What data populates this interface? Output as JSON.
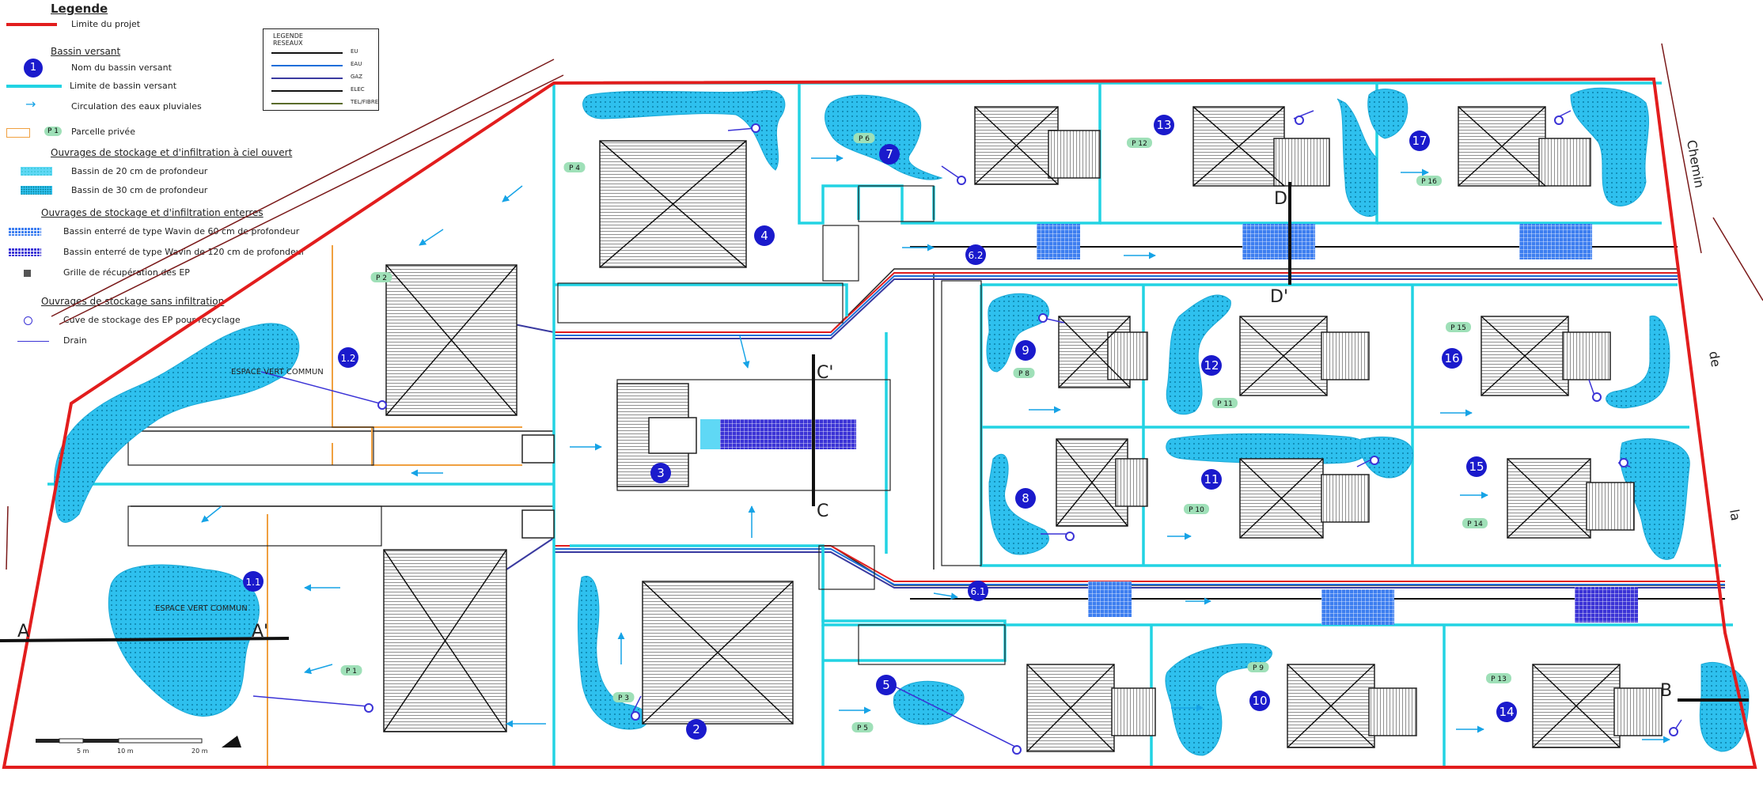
{
  "legend": {
    "title": "Legende",
    "project_limit": "Limite du projet",
    "watershed_heading": "Bassin versant",
    "watershed_number_symbol": "1",
    "watershed_name": "Nom du bassin versant",
    "watershed_limit": "Limite de bassin versant",
    "rain_flow": "Circulation des eaux pluviales",
    "parcel_tag": "P 1",
    "private_parcel": "Parcelle privée",
    "open_storage_heading": "Ouvrages de stockage et d'infiltration à ciel ouvert",
    "basin_20": "Bassin de 20 cm de profondeur",
    "basin_30": "Bassin de 30 cm de profondeur",
    "buried_heading": "Ouvrages de stockage et d'infiltration enterres",
    "wavin_60": "Bassin enterré de type Wavin de 60 cm de profondeur",
    "wavin_120": "Bassin enterré de type Wavin de 120 cm de profondeur",
    "grille": "Grille de récupération des EP",
    "no_infiltration_heading": "Ouvrages de stockage sans infiltration",
    "tank": "Cuve de stockage des EP pour recyclage",
    "drain": "Drain"
  },
  "networks_legend": {
    "title_line1": "LEGENDE",
    "title_line2": "RESEAUX",
    "items": [
      {
        "code": "EU",
        "color": "#111111"
      },
      {
        "code": "EAU",
        "color": "#1e6fd9"
      },
      {
        "code": "GAZ",
        "color": "#3a3aa0"
      },
      {
        "code": "ELEC",
        "color": "#111111"
      },
      {
        "code": "TEL/FIBRE",
        "color": "#5a6b2a"
      }
    ]
  },
  "colors": {
    "project_limit": "#e21d1d",
    "watershed_limit": "#22d3e3",
    "basin": "#2ec0ee",
    "wavin_60": "#3d7ef0",
    "wavin_120": "#3b33d6",
    "parcel": "#f0a040",
    "parcel_tag_bg": "#9fe0b8",
    "marker_fill": "#1a1acc",
    "drain": "#3b33d6",
    "boundary": "#7a1a1a"
  },
  "watersheds": [
    "1.1",
    "1.2",
    "2",
    "3",
    "4",
    "5",
    "6.1",
    "6.2",
    "7",
    "8",
    "9",
    "10",
    "11",
    "12",
    "13",
    "14",
    "15",
    "16",
    "17"
  ],
  "parcels": [
    "P 1",
    "P 2",
    "P 3",
    "P 4",
    "P 5",
    "P 6",
    "P 8",
    "P 9",
    "P 10",
    "P 11",
    "P 12",
    "P 13",
    "P 14",
    "P 15",
    "P 16"
  ],
  "green_spaces": [
    "ESPACE VERT COMMUN",
    "ESPACE VERT COMMUN"
  ],
  "sections": [
    "A",
    "A'",
    "B",
    "C",
    "C'",
    "D",
    "D'"
  ],
  "street_name": [
    "Chemin",
    "de",
    "la"
  ],
  "scale_bar": {
    "labels": [
      "5 m",
      "10 m",
      "20 m"
    ]
  }
}
